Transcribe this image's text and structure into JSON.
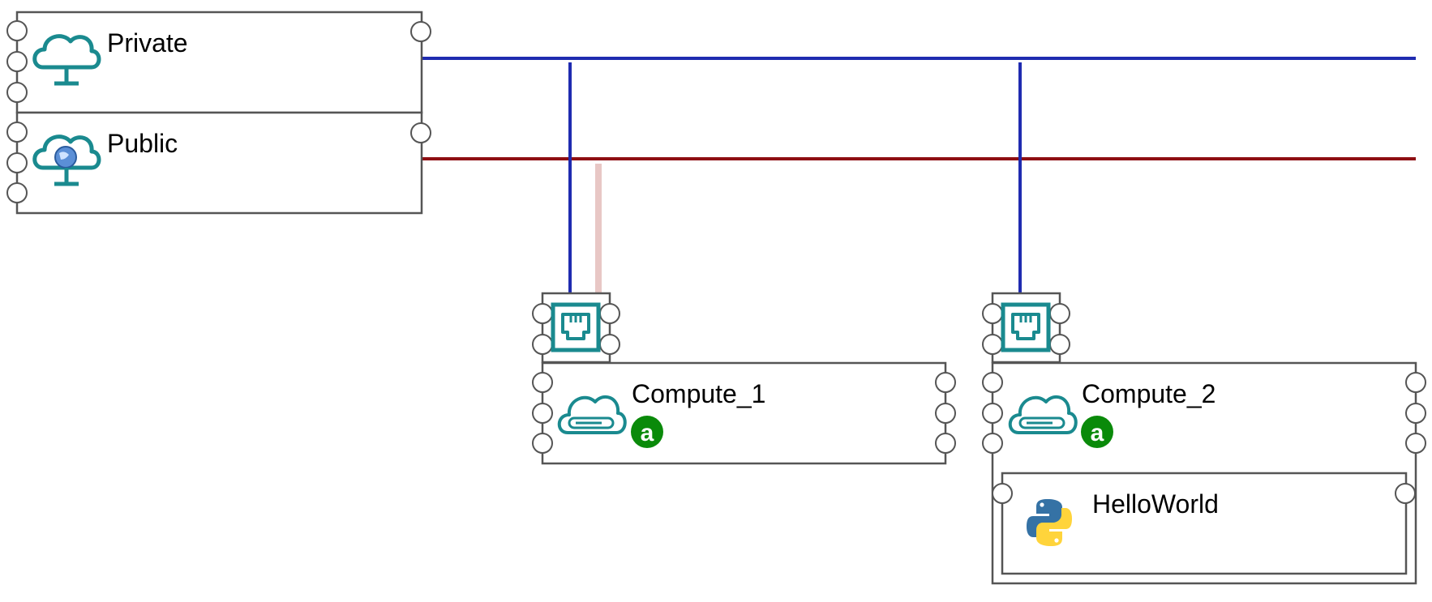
{
  "colors": {
    "private_network": "#1f2bb0",
    "public_network": "#8e0f12",
    "pending_link": "#e8c7c5",
    "icon_teal": "#1a8a8f",
    "badge_green": "#0a8a0a"
  },
  "networks": {
    "private": {
      "label": "Private",
      "icon": "private-cloud-network-icon"
    },
    "public": {
      "label": "Public",
      "icon": "public-cloud-network-icon"
    }
  },
  "ports": [
    {
      "label": "",
      "icon": "network-port-icon"
    },
    {
      "label": "",
      "icon": "network-port-icon"
    }
  ],
  "computes": [
    {
      "label": "Compute_1",
      "icon": "compute-cloud-icon",
      "badge": "a"
    },
    {
      "label": "Compute_2",
      "icon": "compute-cloud-icon",
      "badge": "a"
    }
  ],
  "software": [
    {
      "label": "HelloWorld",
      "icon": "python-icon",
      "host": "Compute_2"
    }
  ]
}
